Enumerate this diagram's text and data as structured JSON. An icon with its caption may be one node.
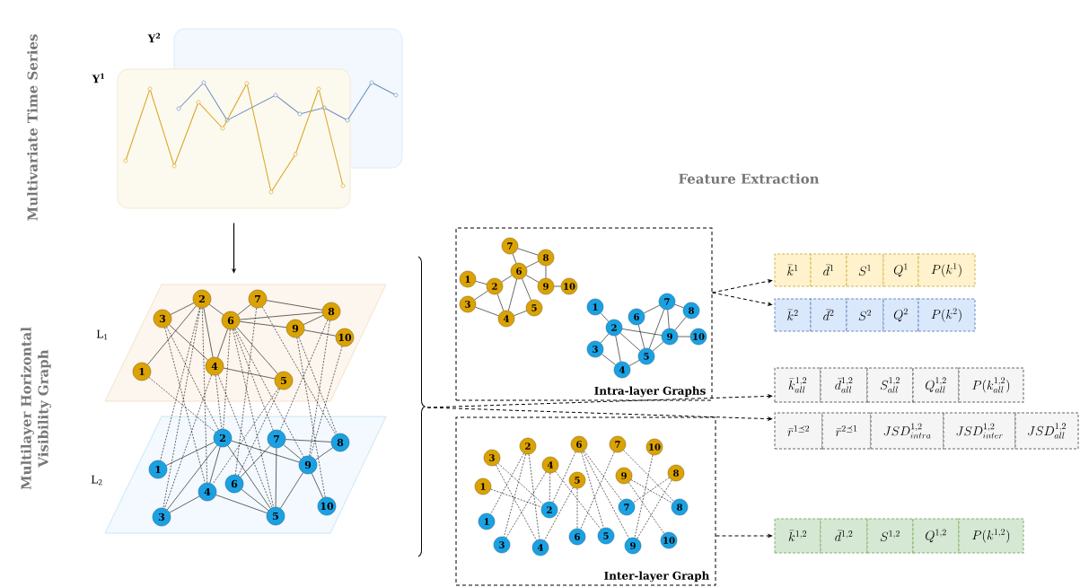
{
  "diagram": {
    "nodes": [
      {
        "text": [
          "Y$^{2}$"
        ]
      },
      {
        "text": [
          "Y$^{1}$"
        ]
      },
      {
        "text": [
          "L$_{1}$"
        ]
      },
      {
        "text": [
          "L$_{2}$"
        ]
      },
      {
        "text": [
          "1"
        ],
        "in": 2
      },
      {
        "text": [
          "2"
        ],
        "in": 2
      },
      {
        "text": [
          "3"
        ],
        "in": 2
      },
      {
        "text": [
          "4"
        ],
        "in": 2
      },
      {
        "text": [
          "5"
        ],
        "in": 2
      },
      {
        "text": [
          "6"
        ],
        "in": 2
      },
      {
        "text": [
          "7"
        ],
        "in": 2
      },
      {
        "text": [
          "8"
        ],
        "in": 2
      },
      {
        "text": [
          "9"
        ],
        "in": 2
      },
      {
        "text": [
          "10"
        ],
        "in": 2
      },
      {
        "text": [
          "1"
        ],
        "in": 3
      },
      {
        "text": [
          "2"
        ],
        "in": 3
      },
      {
        "text": [
          "3"
        ],
        "in": 3
      },
      {
        "text": [
          "4"
        ],
        "in": 3
      },
      {
        "text": [
          "5"
        ],
        "in": 3
      },
      {
        "text": [
          "6"
        ],
        "in": 3
      },
      {
        "text": [
          "7"
        ],
        "in": 3
      },
      {
        "text": [
          "8"
        ],
        "in": 3
      },
      {
        "text": [
          "9"
        ],
        "in": 3
      },
      {
        "text": [
          "10"
        ],
        "in": 3
      },
      {
        "text": [
          "Intra-layer Graphs"
        ]
      },
      {
        "text": [
          "1"
        ],
        "in": 24
      },
      {
        "text": [
          "2"
        ],
        "in": 24
      },
      {
        "text": [
          "3"
        ],
        "in": 24
      },
      {
        "text": [
          "4"
        ],
        "in": 24
      },
      {
        "text": [
          "5"
        ],
        "in": 24
      },
      {
        "text": [
          "6"
        ],
        "in": 24
      },
      {
        "text": [
          "7"
        ],
        "in": 24
      },
      {
        "text": [
          "8"
        ],
        "in": 24
      },
      {
        "text": [
          "9"
        ],
        "in": 24
      },
      {
        "text": [
          "10"
        ],
        "in": 24
      },
      {
        "text": [
          "1"
        ],
        "in": 24
      },
      {
        "text": [
          "2"
        ],
        "in": 24
      },
      {
        "text": [
          "3"
        ],
        "in": 24
      },
      {
        "text": [
          "4"
        ],
        "in": 24
      },
      {
        "text": [
          "5"
        ],
        "in": 24
      },
      {
        "text": [
          "6"
        ],
        "in": 24
      },
      {
        "text": [
          "7"
        ],
        "in": 24
      },
      {
        "text": [
          "8"
        ],
        "in": 24
      },
      {
        "text": [
          "9"
        ],
        "in": 24
      },
      {
        "text": [
          "10"
        ],
        "in": 24
      },
      {
        "text": [
          "Inter-layer Graph"
        ]
      },
      {
        "text": [
          "1"
        ],
        "in": 45
      },
      {
        "text": [
          "2"
        ],
        "in": 45
      },
      {
        "text": [
          "3"
        ],
        "in": 45
      },
      {
        "text": [
          "4"
        ],
        "in": 45
      },
      {
        "text": [
          "5"
        ],
        "in": 45
      },
      {
        "text": [
          "6"
        ],
        "in": 45
      },
      {
        "text": [
          "7"
        ],
        "in": 45
      },
      {
        "text": [
          "8"
        ],
        "in": 45
      },
      {
        "text": [
          "9"
        ],
        "in": 45
      },
      {
        "text": [
          "10"
        ],
        "in": 45
      },
      {
        "text": [
          "1"
        ],
        "in": 45
      },
      {
        "text": [
          "2"
        ],
        "in": 45
      },
      {
        "text": [
          "3"
        ],
        "in": 45
      },
      {
        "text": [
          "4"
        ],
        "in": 45
      },
      {
        "text": [
          "5"
        ],
        "in": 45
      },
      {
        "text": [
          "6"
        ],
        "in": 45
      },
      {
        "text": [
          "7"
        ],
        "in": 45
      },
      {
        "text": [
          "8"
        ],
        "in": 45
      },
      {
        "text": [
          "9"
        ],
        "in": 45
      },
      {
        "text": [
          "10"
        ],
        "in": 45
      },
      {
        "text": [
          "\\bar{k}^{1}",
          "\\bar{d}^{1}",
          "S^{1}",
          "Q^{1}",
          "P(k^{1})"
        ]
      },
      {
        "text": [
          "\\bar{k}^{2}",
          "\\bar{d}^{2}",
          "S^{2}",
          "Q^{2}",
          "P(k^{2})"
        ]
      },
      {
        "text": [
          "\\bar{k}^{1,2}_{all}",
          "\\bar{d}^{1,2}_{all}",
          "S^{1,2}_{all}",
          "Q^{1,2}_{all}",
          "P(k^{1,2}_{all})"
        ]
      },
      {
        "text": [
          "\\bar{r}^{1\\preceq 2}",
          "\\bar{r}^{2\\preceq 1}",
          "JSD^{1,2}_{intra}",
          "JSD^{1,2}_{inter}",
          "JSD^{1,2}_{all}"
        ]
      },
      {
        "text": [
          "\\bar{k}^{1,2}",
          "\\bar{d}^{1,2}",
          "S^{1,2}",
          "Q^{1,2}",
          "P(k^{1,2})"
        ]
      }
    ],
    "edges": [
      {
        "from": 1,
        "to": 2,
        "arrow": "to"
      },
      {
        "from": 4,
        "to": 5,
        "arrow": "none"
      },
      {
        "from": 5,
        "to": 6,
        "arrow": "none"
      },
      {
        "from": 6,
        "to": 7,
        "arrow": "none"
      },
      {
        "from": 5,
        "to": 7,
        "arrow": "none"
      },
      {
        "from": 5,
        "to": 9,
        "arrow": "none"
      },
      {
        "from": 7,
        "to": 9,
        "arrow": "none"
      },
      {
        "from": 9,
        "to": 10,
        "arrow": "none"
      },
      {
        "from": 10,
        "to": 11,
        "arrow": "none"
      },
      {
        "from": 9,
        "to": 11,
        "arrow": "none"
      },
      {
        "from": 9,
        "to": 12,
        "arrow": "none"
      },
      {
        "from": 11,
        "to": 12,
        "arrow": "none"
      },
      {
        "from": 12,
        "to": 13,
        "arrow": "none"
      },
      {
        "from": 8,
        "to": 9,
        "arrow": "none"
      },
      {
        "from": 7,
        "to": 8,
        "arrow": "none"
      },
      {
        "from": 14,
        "to": 15,
        "arrow": "none"
      },
      {
        "from": 15,
        "to": 16,
        "arrow": "none"
      },
      {
        "from": 15,
        "to": 17,
        "arrow": "none"
      },
      {
        "from": 15,
        "to": 18,
        "arrow": "none"
      },
      {
        "from": 15,
        "to": 22,
        "arrow": "none"
      },
      {
        "from": 16,
        "to": 17,
        "arrow": "none"
      },
      {
        "from": 17,
        "to": 18,
        "arrow": "none"
      },
      {
        "from": 18,
        "to": 19,
        "arrow": "none"
      },
      {
        "from": 18,
        "to": 20,
        "arrow": "none"
      },
      {
        "from": 18,
        "to": 22,
        "arrow": "none"
      },
      {
        "from": 19,
        "to": 20,
        "arrow": "none"
      },
      {
        "from": 20,
        "to": 21,
        "arrow": "none"
      },
      {
        "from": 20,
        "to": 22,
        "arrow": "none"
      },
      {
        "from": 21,
        "to": 22,
        "arrow": "none"
      },
      {
        "from": 22,
        "to": 23,
        "arrow": "none"
      },
      {
        "from": 4,
        "to": 15,
        "arrow": "none",
        "style": "dashed"
      },
      {
        "from": 5,
        "to": 14,
        "arrow": "none",
        "style": "dashed"
      },
      {
        "from": 5,
        "to": 16,
        "arrow": "none",
        "style": "dashed"
      },
      {
        "from": 5,
        "to": 17,
        "arrow": "none",
        "style": "dashed"
      },
      {
        "from": 6,
        "to": 15,
        "arrow": "none",
        "style": "dashed"
      },
      {
        "from": 6,
        "to": 17,
        "arrow": "none",
        "style": "dashed"
      },
      {
        "from": 7,
        "to": 15,
        "arrow": "none",
        "style": "dashed"
      },
      {
        "from": 7,
        "to": 16,
        "arrow": "none",
        "style": "dashed"
      },
      {
        "from": 7,
        "to": 18,
        "arrow": "none",
        "style": "dashed"
      },
      {
        "from": 8,
        "to": 17,
        "arrow": "none",
        "style": "dashed"
      },
      {
        "from": 8,
        "to": 19,
        "arrow": "none",
        "style": "dashed"
      },
      {
        "from": 9,
        "to": 15,
        "arrow": "none",
        "style": "dashed"
      },
      {
        "from": 9,
        "to": 18,
        "arrow": "none",
        "style": "dashed"
      },
      {
        "from": 9,
        "to": 20,
        "arrow": "none",
        "style": "dashed"
      },
      {
        "from": 9,
        "to": 22,
        "arrow": "none",
        "style": "dashed"
      },
      {
        "from": 10,
        "to": 19,
        "arrow": "none",
        "style": "dashed"
      },
      {
        "from": 10,
        "to": 21,
        "arrow": "none",
        "style": "dashed"
      },
      {
        "from": 11,
        "to": 20,
        "arrow": "none",
        "style": "dashed"
      },
      {
        "from": 11,
        "to": 22,
        "arrow": "none",
        "style": "dashed"
      },
      {
        "from": 12,
        "to": 21,
        "arrow": "none",
        "style": "dashed"
      },
      {
        "from": 12,
        "to": 23,
        "arrow": "none",
        "style": "dashed"
      },
      {
        "from": 13,
        "to": 22,
        "arrow": "none",
        "style": "dashed"
      },
      {
        "from": 25,
        "to": 26,
        "arrow": "none"
      },
      {
        "from": 26,
        "to": 27,
        "arrow": "none"
      },
      {
        "from": 27,
        "to": 28,
        "arrow": "none"
      },
      {
        "from": 26,
        "to": 28,
        "arrow": "none"
      },
      {
        "from": 26,
        "to": 30,
        "arrow": "none"
      },
      {
        "from": 28,
        "to": 30,
        "arrow": "none"
      },
      {
        "from": 30,
        "to": 31,
        "arrow": "none"
      },
      {
        "from": 31,
        "to": 32,
        "arrow": "none"
      },
      {
        "from": 30,
        "to": 32,
        "arrow": "none"
      },
      {
        "from": 30,
        "to": 33,
        "arrow": "none"
      },
      {
        "from": 32,
        "to": 33,
        "arrow": "none"
      },
      {
        "from": 33,
        "to": 34,
        "arrow": "none"
      },
      {
        "from": 29,
        "to": 30,
        "arrow": "none"
      },
      {
        "from": 28,
        "to": 29,
        "arrow": "none"
      },
      {
        "from": 35,
        "to": 36,
        "arrow": "none"
      },
      {
        "from": 36,
        "to": 37,
        "arrow": "none"
      },
      {
        "from": 36,
        "to": 38,
        "arrow": "none"
      },
      {
        "from": 36,
        "to": 39,
        "arrow": "none"
      },
      {
        "from": 36,
        "to": 43,
        "arrow": "none"
      },
      {
        "from": 37,
        "to": 38,
        "arrow": "none"
      },
      {
        "from": 38,
        "to": 39,
        "arrow": "none"
      },
      {
        "from": 39,
        "to": 40,
        "arrow": "none"
      },
      {
        "from": 39,
        "to": 41,
        "arrow": "none"
      },
      {
        "from": 39,
        "to": 43,
        "arrow": "none"
      },
      {
        "from": 40,
        "to": 41,
        "arrow": "none"
      },
      {
        "from": 41,
        "to": 42,
        "arrow": "none"
      },
      {
        "from": 41,
        "to": 43,
        "arrow": "none"
      },
      {
        "from": 42,
        "to": 43,
        "arrow": "none"
      },
      {
        "from": 43,
        "to": 44,
        "arrow": "none"
      },
      {
        "from": 46,
        "to": 57,
        "arrow": "none",
        "style": "dashed"
      },
      {
        "from": 47,
        "to": 56,
        "arrow": "none",
        "style": "dashed"
      },
      {
        "from": 47,
        "to": 58,
        "arrow": "none",
        "style": "dashed"
      },
      {
        "from": 47,
        "to": 59,
        "arrow": "none",
        "style": "dashed"
      },
      {
        "from": 48,
        "to": 57,
        "arrow": "none",
        "style": "dashed"
      },
      {
        "from": 48,
        "to": 59,
        "arrow": "none",
        "style": "dashed"
      },
      {
        "from": 49,
        "to": 57,
        "arrow": "none",
        "style": "dashed"
      },
      {
        "from": 49,
        "to": 58,
        "arrow": "none",
        "style": "dashed"
      },
      {
        "from": 49,
        "to": 60,
        "arrow": "none",
        "style": "dashed"
      },
      {
        "from": 50,
        "to": 59,
        "arrow": "none",
        "style": "dashed"
      },
      {
        "from": 50,
        "to": 61,
        "arrow": "none",
        "style": "dashed"
      },
      {
        "from": 51,
        "to": 57,
        "arrow": "none",
        "style": "dashed"
      },
      {
        "from": 51,
        "to": 60,
        "arrow": "none",
        "style": "dashed"
      },
      {
        "from": 51,
        "to": 62,
        "arrow": "none",
        "style": "dashed"
      },
      {
        "from": 51,
        "to": 64,
        "arrow": "none",
        "style": "dashed"
      },
      {
        "from": 52,
        "to": 61,
        "arrow": "none",
        "style": "dashed"
      },
      {
        "from": 52,
        "to": 63,
        "arrow": "none",
        "style": "dashed"
      },
      {
        "from": 53,
        "to": 62,
        "arrow": "none",
        "style": "dashed"
      },
      {
        "from": 53,
        "to": 64,
        "arrow": "none",
        "style": "dashed"
      },
      {
        "from": 54,
        "to": 63,
        "arrow": "none",
        "style": "dashed"
      },
      {
        "from": 54,
        "to": 65,
        "arrow": "none",
        "style": "dashed"
      },
      {
        "from": 55,
        "to": 64,
        "arrow": "none",
        "style": "dashed"
      },
      {
        "from": 24,
        "to": 66,
        "arrow": "to",
        "style": "dashed"
      },
      {
        "from": 24,
        "to": 67,
        "arrow": "to",
        "style": "dashed"
      },
      {
        "from": null,
        "to": 68,
        "arrow": "to",
        "style": "dashed"
      },
      {
        "from": null,
        "to": 69,
        "arrow": "to",
        "style": "dashed"
      },
      {
        "from": 45,
        "to": 70,
        "arrow": "to",
        "style": "dashed"
      }
    ],
    "labels": [
      "Multivariate Time Series",
      "Multilayer Horizontal Visibility Graph",
      "Feature Extraction"
    ]
  }
}
